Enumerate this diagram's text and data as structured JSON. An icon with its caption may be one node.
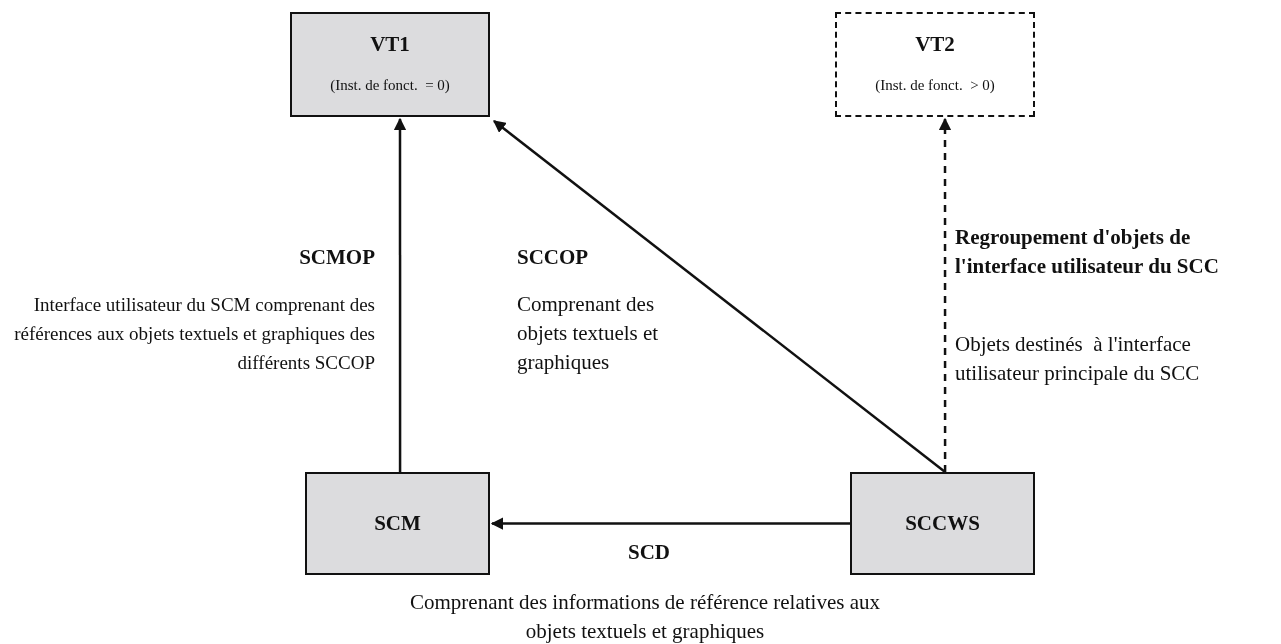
{
  "diagram": {
    "nodes": [
      {
        "text": [
          "VT1",
          "(Inst. de fonct.  = 0)"
        ]
      },
      {
        "text": [
          "VT2",
          "(Inst. de fonct.  > 0)"
        ]
      },
      {
        "text": [
          "SCM"
        ]
      },
      {
        "text": [
          "SCCWS"
        ]
      }
    ],
    "edges": [
      {
        "from": 2,
        "to": 0,
        "arrow": "to"
      },
      {
        "from": 3,
        "to": 0,
        "arrow": "to"
      },
      {
        "from": 3,
        "to": 1,
        "arrow": "to",
        "style": "dashed"
      },
      {
        "from": 3,
        "to": 2,
        "arrow": "to"
      }
    ],
    "labels": [
      "SCMOP",
      "Interface utilisateur du SCM comprenant des  références aux objets textuels et graphiques des différents SCCOP",
      "SCCOP",
      "Comprenant des objets textuels et graphiques",
      "Regroupement d'objets de l'interface utilisateur du SCC",
      "Objets destinés  à l'interface utilisateur principale du SCC",
      "SCD",
      "Comprenant des informations de référence relatives aux objets textuels et graphiques"
    ]
  }
}
